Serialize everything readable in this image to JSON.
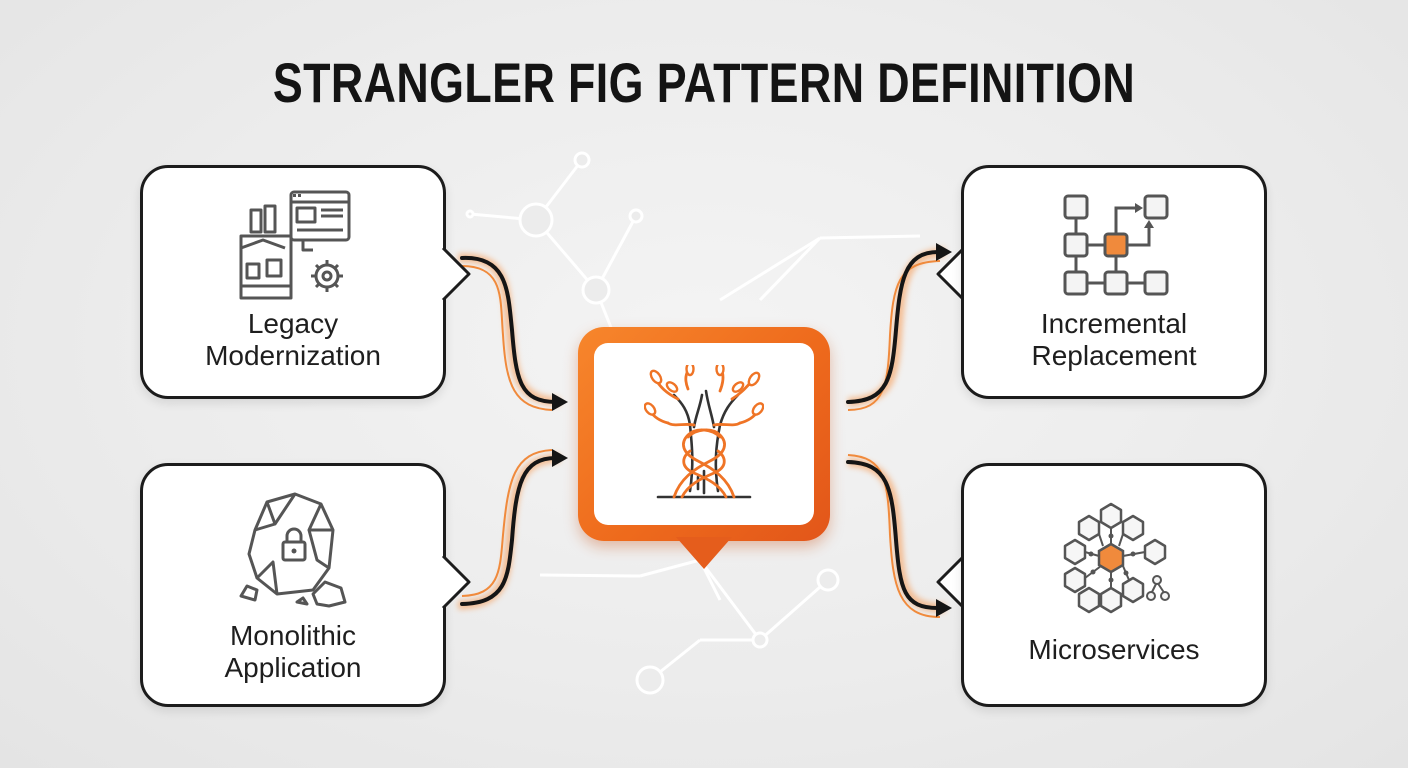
{
  "title": "STRANGLER FIG PATTERN DEFINITION",
  "colors": {
    "accent": "#f07a26",
    "stroke": "#1c1c1c",
    "icon": "#555555"
  },
  "center": {
    "icon": "strangler-fig-tree-icon"
  },
  "cards": {
    "legacy": {
      "label": "Legacy\nModernization",
      "icon": "factory-window-gear-icon"
    },
    "monolithic": {
      "label": "Monolithic\nApplication",
      "icon": "rock-lock-icon"
    },
    "incremental": {
      "label": "Incremental\nReplacement",
      "icon": "block-flow-icon"
    },
    "microservices": {
      "label": "Microservices",
      "icon": "hexagon-network-icon"
    }
  }
}
